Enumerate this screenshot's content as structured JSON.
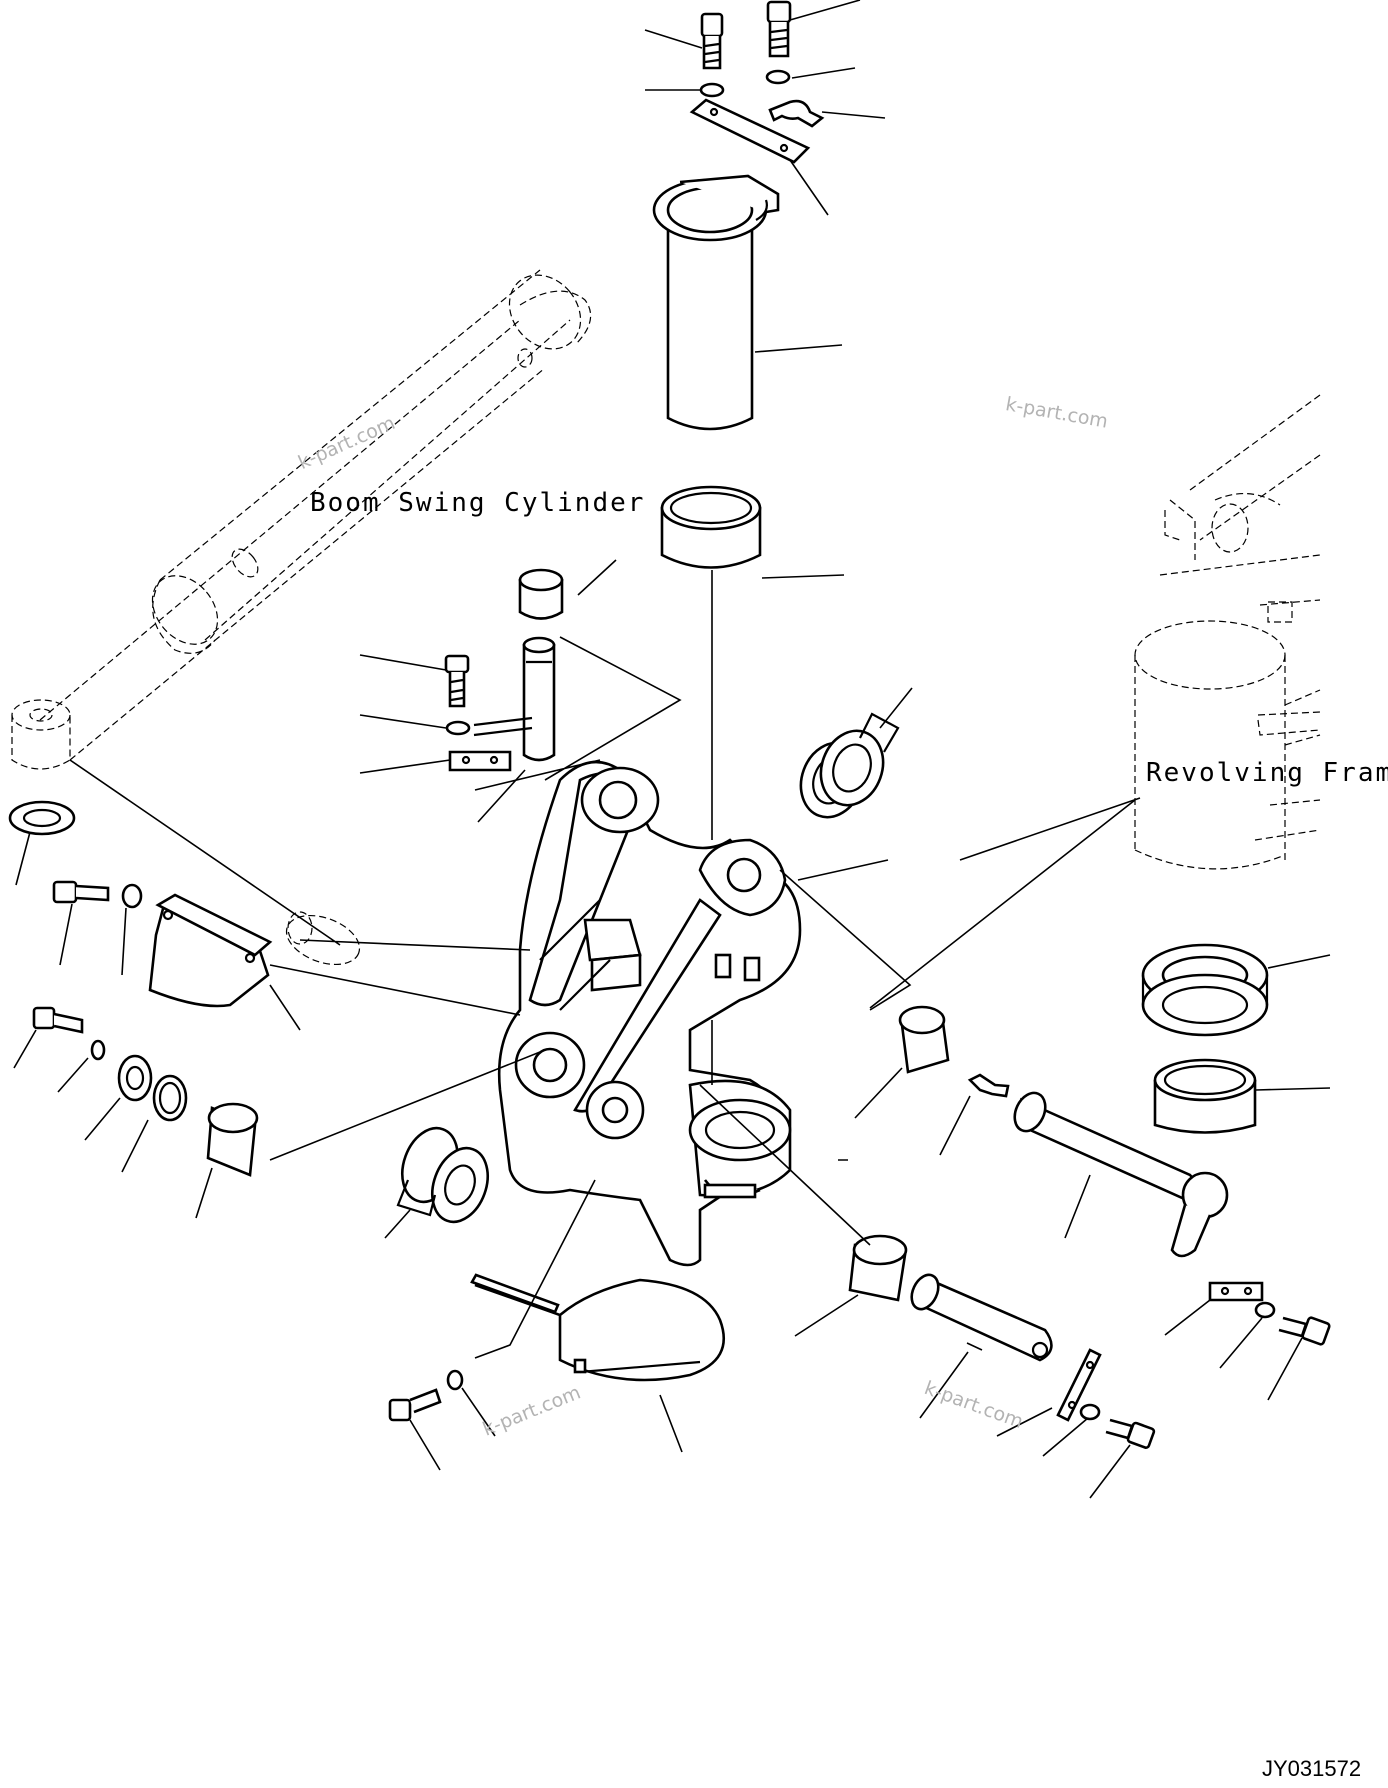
{
  "labels": {
    "boom_swing_cylinder": "Boom Swing Cylinder",
    "revolving_frame": "Revolving Frame"
  },
  "watermark": "k-part.com",
  "drawing_code": "JY031572"
}
